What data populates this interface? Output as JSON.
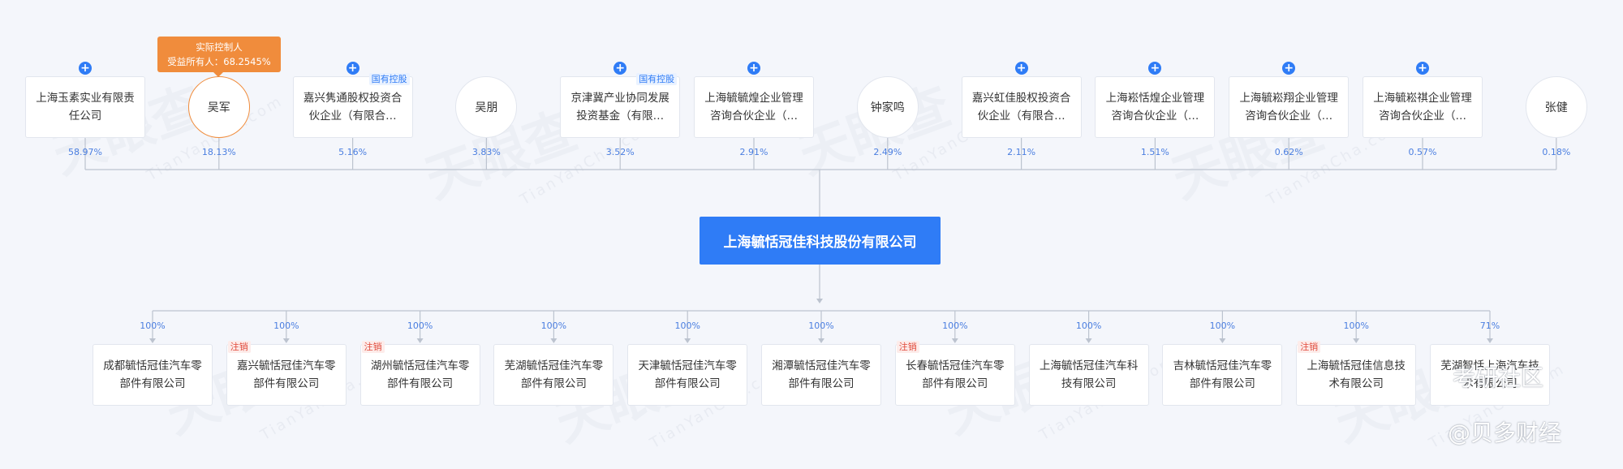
{
  "watermark": {
    "brand": "天眼查",
    "site": "TianYanCha.com"
  },
  "badge": {
    "line1": "实际控制人",
    "line2": "受益所有人：68.2545%"
  },
  "shareholders": [
    {
      "name": "上海玉素实业有限责任公司",
      "pct": "58.97%",
      "kind": "company",
      "tag": "",
      "expand": true
    },
    {
      "name": "吴军",
      "pct": "18.13%",
      "kind": "person",
      "tag": "",
      "expand": false,
      "controller": true
    },
    {
      "name": "嘉兴隽通股权投资合伙企业（有限合…",
      "pct": "5.16%",
      "kind": "company",
      "tag": "国有控股",
      "expand": true
    },
    {
      "name": "吴朋",
      "pct": "3.83%",
      "kind": "person",
      "tag": "",
      "expand": false
    },
    {
      "name": "京津冀产业协同发展投资基金（有限…",
      "pct": "3.52%",
      "kind": "company",
      "tag": "国有控股",
      "expand": true
    },
    {
      "name": "上海毓毓煌企业管理咨询合伙企业（…",
      "pct": "2.91%",
      "kind": "company",
      "tag": "",
      "expand": true
    },
    {
      "name": "钟家鸣",
      "pct": "2.49%",
      "kind": "person",
      "tag": "",
      "expand": false
    },
    {
      "name": "嘉兴虹佳股权投资合伙企业（有限合…",
      "pct": "2.11%",
      "kind": "company",
      "tag": "",
      "expand": true
    },
    {
      "name": "上海崧恬煌企业管理咨询合伙企业（…",
      "pct": "1.51%",
      "kind": "company",
      "tag": "",
      "expand": true
    },
    {
      "name": "上海毓崧翔企业管理咨询合伙企业（…",
      "pct": "0.62%",
      "kind": "company",
      "tag": "",
      "expand": true
    },
    {
      "name": "上海毓崧祺企业管理咨询合伙企业（…",
      "pct": "0.57%",
      "kind": "company",
      "tag": "",
      "expand": true
    },
    {
      "name": "张健",
      "pct": "0.18%",
      "kind": "person",
      "tag": "",
      "expand": false
    }
  ],
  "center": {
    "name": "上海毓恬冠佳科技股份有限公司"
  },
  "subsidiaries": [
    {
      "name": "成都毓恬冠佳汽车零部件有限公司",
      "pct": "100%",
      "tag": ""
    },
    {
      "name": "嘉兴毓恬冠佳汽车零部件有限公司",
      "pct": "100%",
      "tag": "注销"
    },
    {
      "name": "湖州毓恬冠佳汽车零部件有限公司",
      "pct": "100%",
      "tag": "注销"
    },
    {
      "name": "芜湖毓恬冠佳汽车零部件有限公司",
      "pct": "100%",
      "tag": ""
    },
    {
      "name": "天津毓恬冠佳汽车零部件有限公司",
      "pct": "100%",
      "tag": ""
    },
    {
      "name": "湘潭毓恬冠佳汽车零部件有限公司",
      "pct": "100%",
      "tag": ""
    },
    {
      "name": "长春毓恬冠佳汽车零部件有限公司",
      "pct": "100%",
      "tag": "注销"
    },
    {
      "name": "上海毓恬冠佳汽车科技有限公司",
      "pct": "100%",
      "tag": ""
    },
    {
      "name": "吉林毓恬冠佳汽车零部件有限公司",
      "pct": "100%",
      "tag": ""
    },
    {
      "name": "上海毓恬冠佳信息技术有限公司",
      "pct": "100%",
      "tag": "注销"
    },
    {
      "name": "芜湖智恬上海汽车技术有限公司",
      "pct": "71%",
      "tag": ""
    }
  ],
  "credits": {
    "site": "考研社区",
    "author": "@贝多财经"
  },
  "colors": {
    "accent": "#2f7cf6",
    "controller": "#f08c3c",
    "cancel": "#e04b3c",
    "line": "#bcc3cf"
  }
}
